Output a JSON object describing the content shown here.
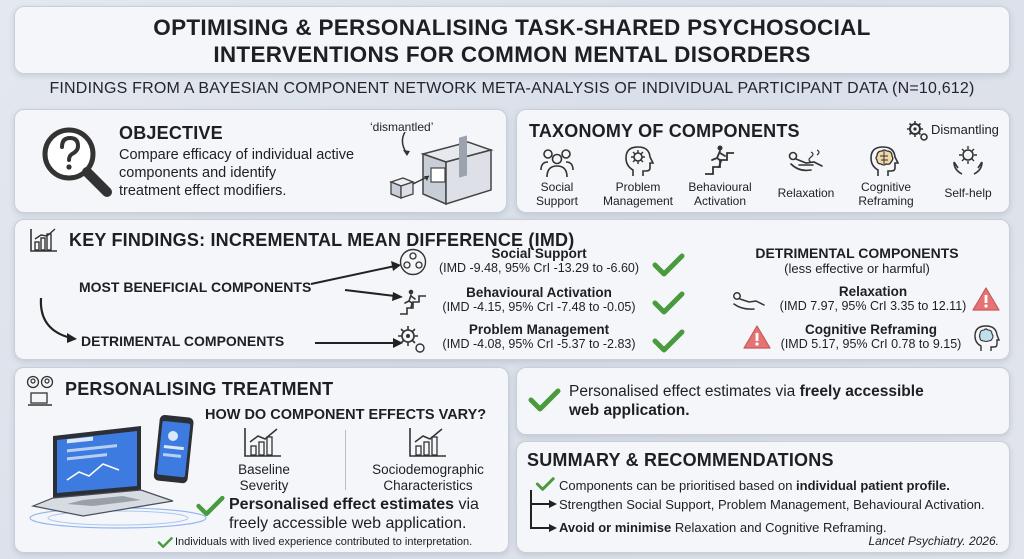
{
  "title": {
    "line1": "OPTIMISING & PERSONALISING TASK-SHARED PSYCHOSOCIAL",
    "line2": "INTERVENTIONS FOR COMMON MENTAL DISORDERS"
  },
  "subtitle": "FINDINGS FROM A BAYESIAN COMPONENT NETWORK META-ANALYSIS OF INDIVIDUAL PARTICIPANT DATA (N=10,612)",
  "objective": {
    "heading": "OBJECTIVE",
    "text_line1": "Compare efficacy of individual active",
    "text_line2": "components and identify",
    "text_line3": "treatment effect modifiers.",
    "dismantled_label": "‘dismantled’"
  },
  "taxonomy": {
    "heading": "TAXONOMY OF COMPONENTS",
    "dismantling_label": "Dismantling",
    "components": [
      {
        "line1": "Social",
        "line2": "Support",
        "icon": "people-icon"
      },
      {
        "line1": "Problem",
        "line2": "Management",
        "icon": "head-gear-icon"
      },
      {
        "line1": "Behavioural",
        "line2": "Activation",
        "icon": "stairs-icon"
      },
      {
        "line1": "Relaxation",
        "line2": "",
        "icon": "relax-icon"
      },
      {
        "line1": "Cognitive",
        "line2": "Reframing",
        "icon": "brain-icon"
      },
      {
        "line1": "Self-help",
        "line2": "",
        "icon": "hands-gear-icon"
      }
    ]
  },
  "key_findings": {
    "heading": "KEY FINDINGS: INCREMENTAL MEAN DIFFERENCE (IMD)",
    "most_beneficial": "MOST BENEFICIAL COMPONENTS",
    "detrimental": "DETRIMENTAL COMPONENTS",
    "beneficial": [
      {
        "name": "Social Support",
        "stat": "(IMD -9.48, 95% CrI -13.29 to -6.60)"
      },
      {
        "name": "Behavioural Activation",
        "stat": "(IMD -4.15, 95% CrI -7.48 to -0.05)"
      },
      {
        "name": "Problem Management",
        "stat": "(IMD -4.08, 95% CrI -5.37 to -2.83)"
      }
    ],
    "detrimental_heading": "DETRIMENTAL COMPONENTS",
    "detrimental_sub": "(less effective or harmful)",
    "harmful": [
      {
        "name": "Relaxation",
        "stat": "(IMD 7.97, 95% CrI 3.35 to 12.11)"
      },
      {
        "name": "Cognitive Reframing",
        "stat": "(IMD 5.17, 95% CrI 0.78 to 9.15)"
      }
    ]
  },
  "personalising": {
    "heading": "PERSONALISING TREATMENT",
    "question": "HOW DO COMPONENT EFFECTS VARY?",
    "modifiers": [
      {
        "line1": "Baseline",
        "line2": "Severity"
      },
      {
        "line1": "Sociodemographic",
        "line2": "Characteristics"
      }
    ],
    "estimates_bold": "Personalised effect estimates",
    "estimates_rest": " via",
    "estimates_line2": "freely accessible web application.",
    "lived_experience": "Individuals with lived experience contributed to interpretation."
  },
  "web_app": {
    "text_plain": "Personalised effect estimates via ",
    "text_bold": "freely accessible",
    "text_line2": "web application."
  },
  "summary": {
    "heading": "SUMMARY & RECOMMENDATIONS",
    "item1_plain": "Components can be prioritised based on ",
    "item1_bold": "individual patient profile.",
    "item2": "Strengthen Social Support, Problem Management, Behavioural Activation.",
    "item3_bold": "Avoid or minimise",
    "item3_plain": " Relaxation and Cognitive Reframing.",
    "citation": "Lancet Psychiatry. 2026."
  },
  "colors": {
    "check_green": "#4a9a3e",
    "warning_red": "#e57373",
    "screen_blue": "#2f6fd6"
  }
}
